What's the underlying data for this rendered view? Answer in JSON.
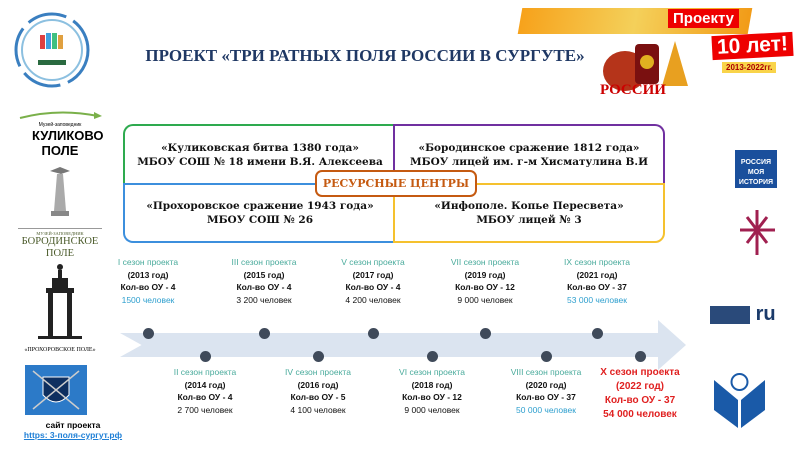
{
  "title": "ПРОЕКТ «ТРИ РАТНЫХ ПОЛЯ РОССИИ В СУРГУТЕ»",
  "anniversary": {
    "line1": "Проекту",
    "line2": "10 лет!",
    "years": "2013-2022гг.",
    "logo_text": "Три ратных поля РОССИИ в Сургуте"
  },
  "centers": {
    "badge": "РЕСУРСНЫЕ ЦЕНТРЫ",
    "cells": [
      {
        "line1": "«Куликовская битва 1380 года»",
        "line2": "МБОУ СОШ № 18 имени В.Я. Алексеева",
        "color": "#2eaa4f"
      },
      {
        "line1": "«Бородинское сражение 1812 года»",
        "line2": "МБОУ лицей им. г-м Хисматулина В.И",
        "color": "#7030a0"
      },
      {
        "line1": "«Прохоровское сражение 1943 года»",
        "line2": "МБОУ СОШ № 26",
        "color": "#3c8fdd"
      },
      {
        "line1": "«Инфополе. Копье Пересвета»",
        "line2": "МБОУ лицей № 3",
        "color": "#f5c12e"
      }
    ]
  },
  "timeline": [
    {
      "title": "I сезон проекта",
      "year": "(2013 год)",
      "ou": "Кол-во ОУ - 4",
      "people": "1500 человек",
      "highlight": true
    },
    {
      "title": "II сезон проекта",
      "year": "(2014 год)",
      "ou": "Кол-во ОУ - 4",
      "people": "2 700 человек"
    },
    {
      "title": "III сезон проекта",
      "year": "(2015 год)",
      "ou": "Кол-во ОУ - 4",
      "people": "3 200 человек"
    },
    {
      "title": "IV сезон проекта",
      "year": "(2016 год)",
      "ou": "Кол-во ОУ - 5",
      "people": "4 100 человек"
    },
    {
      "title": "V сезон проекта",
      "year": "(2017 год)",
      "ou": "Кол-во ОУ - 4",
      "people": "4 200 человек"
    },
    {
      "title": "VI сезон проекта",
      "year": "(2018 год)",
      "ou": "Кол-во ОУ - 12",
      "people": "9 000 человек"
    },
    {
      "title": "VII сезон проекта",
      "year": "(2019 год)",
      "ou": "Кол-во ОУ - 12",
      "people": "9 000 человек"
    },
    {
      "title": "VIII сезон проекта",
      "year": "(2020 год)",
      "ou": "Кол-во ОУ - 37",
      "people": "50 000 человек",
      "highlight": true
    },
    {
      "title": "IX сезон проекта",
      "year": "(2021 год)",
      "ou": "Кол-во ОУ - 37",
      "people": "53 000 человек",
      "highlight": true
    },
    {
      "title": "X сезон проекта",
      "year": "(2022 год)",
      "ou": "Кол-во ОУ - 37",
      "people": "54 000 человек",
      "current": true
    }
  ],
  "logos": {
    "kulikovo": {
      "small": "Музей-заповедник",
      "name": "КУЛИКОВО ПОЛЕ"
    },
    "borodino": {
      "small": "МУЗЕЙ-ЗАПОВЕДНИК",
      "name": "БОРОДИНСКОЕ ПОЛЕ"
    },
    "prokhorovka": "«ПРОХОРОВСКОЕ ПОЛЕ»",
    "russia": "РОССИЯ МОЯ ИСТОРИЯ",
    "sitv": "ru"
  },
  "site": {
    "label": "сайт проекта",
    "url": "https: 3-поля-сургут.рф"
  }
}
